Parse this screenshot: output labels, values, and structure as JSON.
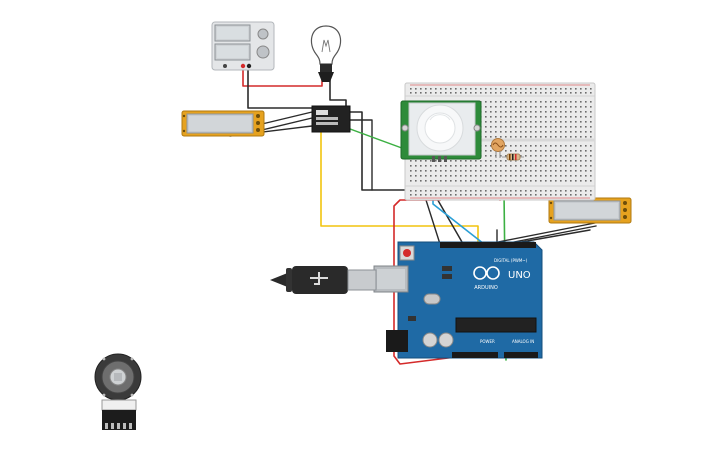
{
  "arduino": {
    "brand": "ARDUINO",
    "model": "UNO",
    "digital_label": "DIGITAL (PWM~)",
    "power_label": "POWER",
    "analog_label": "ANALOG IN"
  },
  "colors": {
    "wire_black": "#2b2b2b",
    "wire_red": "#d42a2a",
    "wire_yellow": "#f2c40f",
    "wire_green": "#3cb043",
    "wire_blue": "#2a9fd6",
    "arduino_blue": "#1f6aa5",
    "lcd_frame": "#e6a21f",
    "pir_board": "#2e8b3a"
  },
  "icons": {
    "power_supply": "power-supply-icon",
    "bulb": "light-bulb-icon",
    "relay": "relay-icon",
    "usb": "usb-cable-icon",
    "encoder": "rotary-encoder-icon",
    "photoresistor": "photoresistor-icon",
    "resistor": "resistor-icon"
  }
}
